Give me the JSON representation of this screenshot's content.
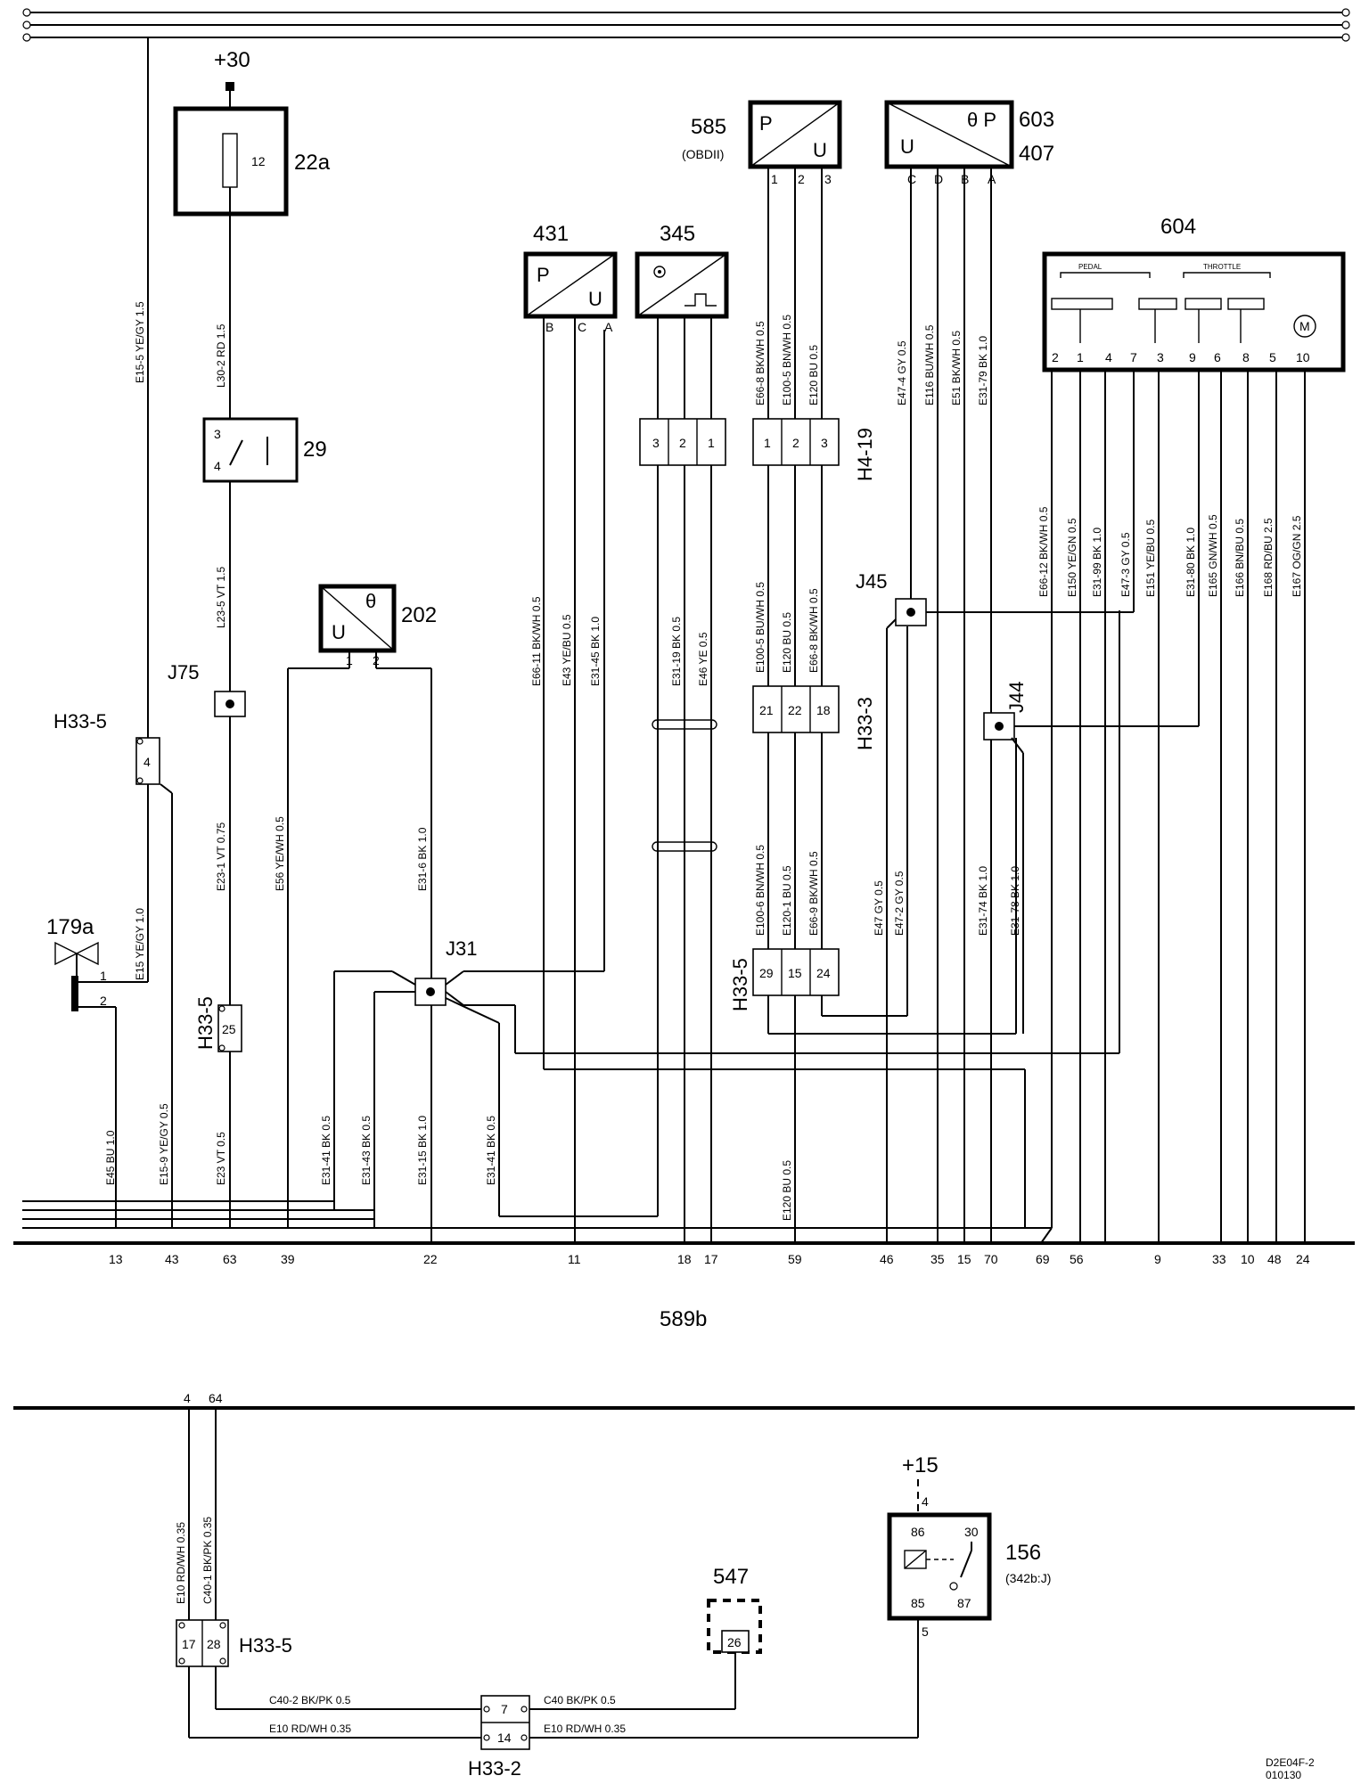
{
  "components": {
    "c22a": {
      "label": "22a",
      "fuse": "12",
      "supply": "+30"
    },
    "c29": {
      "label": "29",
      "pin_top": "3",
      "pin_bottom": "4"
    },
    "c202": {
      "label": "202",
      "u": "U",
      "theta": "θ",
      "pin1": "1",
      "pin2": "2"
    },
    "c431": {
      "label": "431",
      "p": "P",
      "u": "U",
      "pins": [
        "B",
        "C",
        "A"
      ]
    },
    "c345": {
      "label": "345"
    },
    "c585": {
      "label": "585",
      "sub": "(OBDII)",
      "p": "P",
      "u": "U",
      "pins": [
        "1",
        "2",
        "3"
      ]
    },
    "c603": {
      "label1": "603",
      "label2": "407",
      "u": "U",
      "tp": "θ P",
      "pins": [
        "C",
        "D",
        "B",
        "A"
      ]
    },
    "c604": {
      "label": "604",
      "pedal": "PEDAL",
      "throttle": "THROTTLE",
      "motor": "M",
      "pins": [
        "2",
        "1",
        "4",
        "7",
        "3",
        "9",
        "6",
        "8",
        "5",
        "10"
      ]
    },
    "c179a": {
      "label": "179a",
      "pin1": "1",
      "pin2": "2"
    },
    "c589b": {
      "label": "589b"
    },
    "c156": {
      "label": "156",
      "sub": "(342b:J)",
      "supply": "+15",
      "pin_in": "4",
      "pin_out": "5",
      "p86": "86",
      "p30": "30",
      "p85": "85",
      "p87": "87"
    },
    "c547": {
      "label": "547",
      "pin": "26"
    }
  },
  "connectors": {
    "h33_5_a": {
      "label": "H33-5",
      "pin": "4"
    },
    "h33_5_b": {
      "label": "H33-5",
      "pin": "25"
    },
    "h33_5_c": {
      "label": "H33-5",
      "pins": [
        "29",
        "15",
        "24"
      ]
    },
    "h33_5_d": {
      "label": "H33-5",
      "pins": [
        "17",
        "28"
      ]
    },
    "h33_3": {
      "label": "H33-3",
      "pins": [
        "21",
        "22",
        "18"
      ]
    },
    "h4_19": {
      "label": "H4-19",
      "pins": [
        "1",
        "2",
        "3"
      ]
    },
    "c345_conn": {
      "pins": [
        "3",
        "2",
        "1"
      ]
    },
    "h33_2": {
      "label": "H33-2",
      "pins": [
        "7",
        "14"
      ]
    }
  },
  "junctions": {
    "j75": "J75",
    "j31": "J31",
    "j45": "J45",
    "j44": "J44"
  },
  "wires": {
    "e15_5": "E15-5   YE/GY   1.5",
    "l30_2": "L30-2   RD   1.5",
    "l23_5": "L23-5   VT   1.5",
    "e15": "E15   YE/GY   1.0",
    "e23_1": "E23-1   VT   0.75",
    "e56": "E56   YE/WH   0.5",
    "e31_6": "E31-6   BK   1.0",
    "e66_11": "E66-11   BK/WH   0.5",
    "e43": "E43   YE/BU   0.5",
    "e31_45": "E31-45   BK   1.0",
    "e31_19": "E31-19   BK   0.5",
    "e46": "E46   YE   0.5",
    "e66_8": "E66-8   BK/WH   0.5",
    "e100_5": "E100-5   BN/WH   0.5",
    "e120": "E120   BU   0.5",
    "e100_5b": "E100-5   BU/WH   0.5",
    "e120b": "E120   BU   0.5",
    "e66_8b": "E66-8   BK/WH   0.5",
    "e100_6": "E100-6   BN/WH   0.5",
    "e120_1": "E120-1   BU   0.5",
    "e66_9": "E66-9   BK/WH   0.5",
    "e47_4": "E47-4   GY   0.5",
    "e116": "E116   BU/WH   0.5",
    "e51": "E51   BK/WH   0.5",
    "e31_79": "E31-79   BK   1.0",
    "e47": "E47   GY   0.5",
    "e47_2": "E47-2   GY   0.5",
    "e31_74": "E31-74   BK   1.0",
    "e31_78": "E31-78   BK   1.0",
    "e66_12": "E66-12   BK/WH   0.5",
    "e150": "E150   YE/GN   0.5",
    "e31_99": "E31-99   BK   1.0",
    "e47_3": "E47-3   GY   0.5",
    "e151": "E151   YE/BU   0.5",
    "e31_80": "E31-80   BK   1.0",
    "e165": "E165   GN/WH   0.5",
    "e166": "E166   BN/BU   0.5",
    "e168": "E168   RD/BU   2.5",
    "e167": "E167   OG/GN   2.5",
    "e45": "E45   BU   1.0",
    "e15_9": "E15-9   YE/GY   0.5",
    "e23": "E23   VT   0.5",
    "e31_41": "E31-41   BK   0.5",
    "e31_43": "E31-43   BK   0.5",
    "e31_15": "E31-15   BK   1.0",
    "e31_41b": "E31-41   BK   0.5",
    "e120c": "E120   BU   0.5",
    "e10": "E10   RD/WH   0.35",
    "c40_1": "C40-1   BK/PK   0.35",
    "c40_2h": "C40-2       BK/PK       0.5",
    "e10_h": "E10        RD/WH       0.35",
    "c40_h": "C40        BK/PK       0.5",
    "e10_h2": "E10        RD/WH       0.35"
  },
  "ecu_pins_top": [
    "13",
    "43",
    "63",
    "39",
    "22",
    "11",
    "18",
    "17",
    "59",
    "46",
    "35",
    "15",
    "70",
    "69",
    "56",
    "9",
    "33",
    "10",
    "48",
    "24"
  ],
  "ecu_pins_bottom": [
    "4",
    "64"
  ],
  "doc_code": "D2E04F-2",
  "doc_date": "010130"
}
